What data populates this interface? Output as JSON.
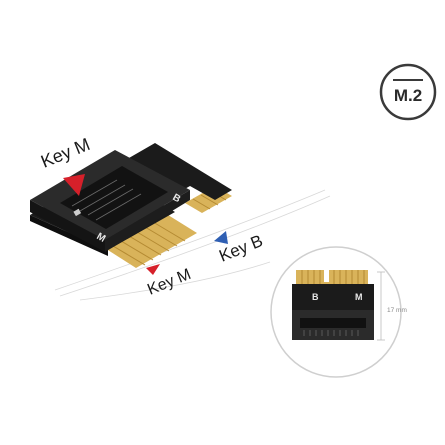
{
  "badge": {
    "text": "M.2"
  },
  "labels": {
    "key_m_top": "Key M",
    "key_m_bottom": "Key M",
    "key_b": "Key B",
    "pcb_b": "B",
    "pcb_m": "M",
    "inset_b": "B",
    "inset_m": "M",
    "dimension": "17 mm"
  },
  "colors": {
    "key_m_arrow": "#d6202a",
    "key_b_arrow": "#2f5fb3",
    "pcb": "#1b1b1b",
    "gold": "#d9b35a",
    "connector": "#2a2a2a"
  }
}
